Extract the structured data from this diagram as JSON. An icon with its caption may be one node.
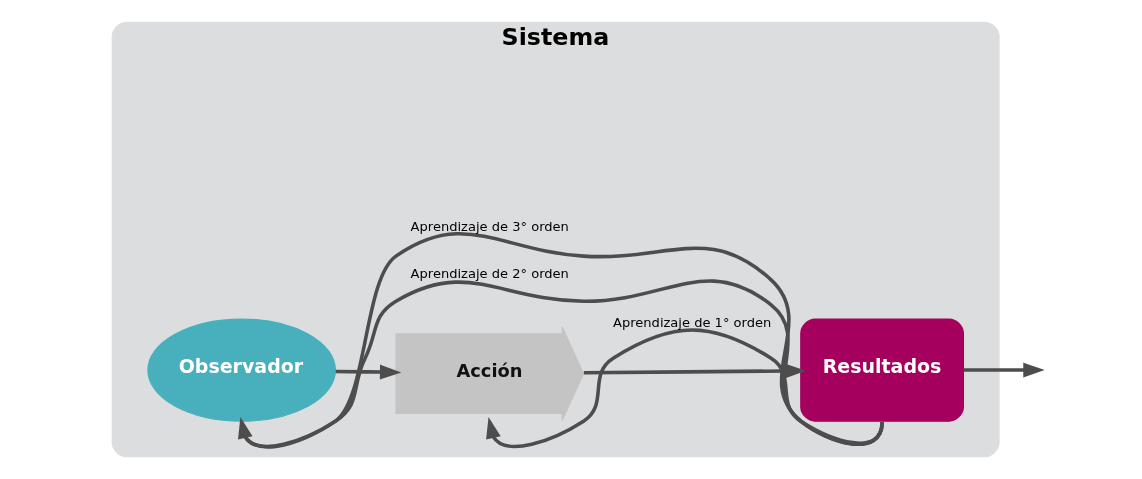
{
  "diagram": {
    "nodes": [
      {
        "text": [
          "Sistema"
        ]
      },
      {
        "text": [
          "Observador"
        ],
        "in": 0
      },
      {
        "text": [
          "Acción"
        ],
        "in": 0
      },
      {
        "text": [
          "Resultados"
        ],
        "in": 0
      }
    ],
    "edges": [
      {
        "from": 1,
        "to": 2,
        "arrow": "to"
      },
      {
        "from": 2,
        "to": 3,
        "arrow": "to"
      },
      {
        "from": 3,
        "to": null,
        "arrow": "to"
      },
      {
        "from": 3,
        "to": 2,
        "arrow": "to",
        "label": "Aprendizaje de 1° orden"
      },
      {
        "from": 3,
        "to": 1,
        "arrow": "to",
        "label": "Aprendizaje de 2° orden"
      },
      {
        "from": 3,
        "to": 1,
        "arrow": "none",
        "label": "Aprendizaje de 3° orden"
      }
    ]
  }
}
